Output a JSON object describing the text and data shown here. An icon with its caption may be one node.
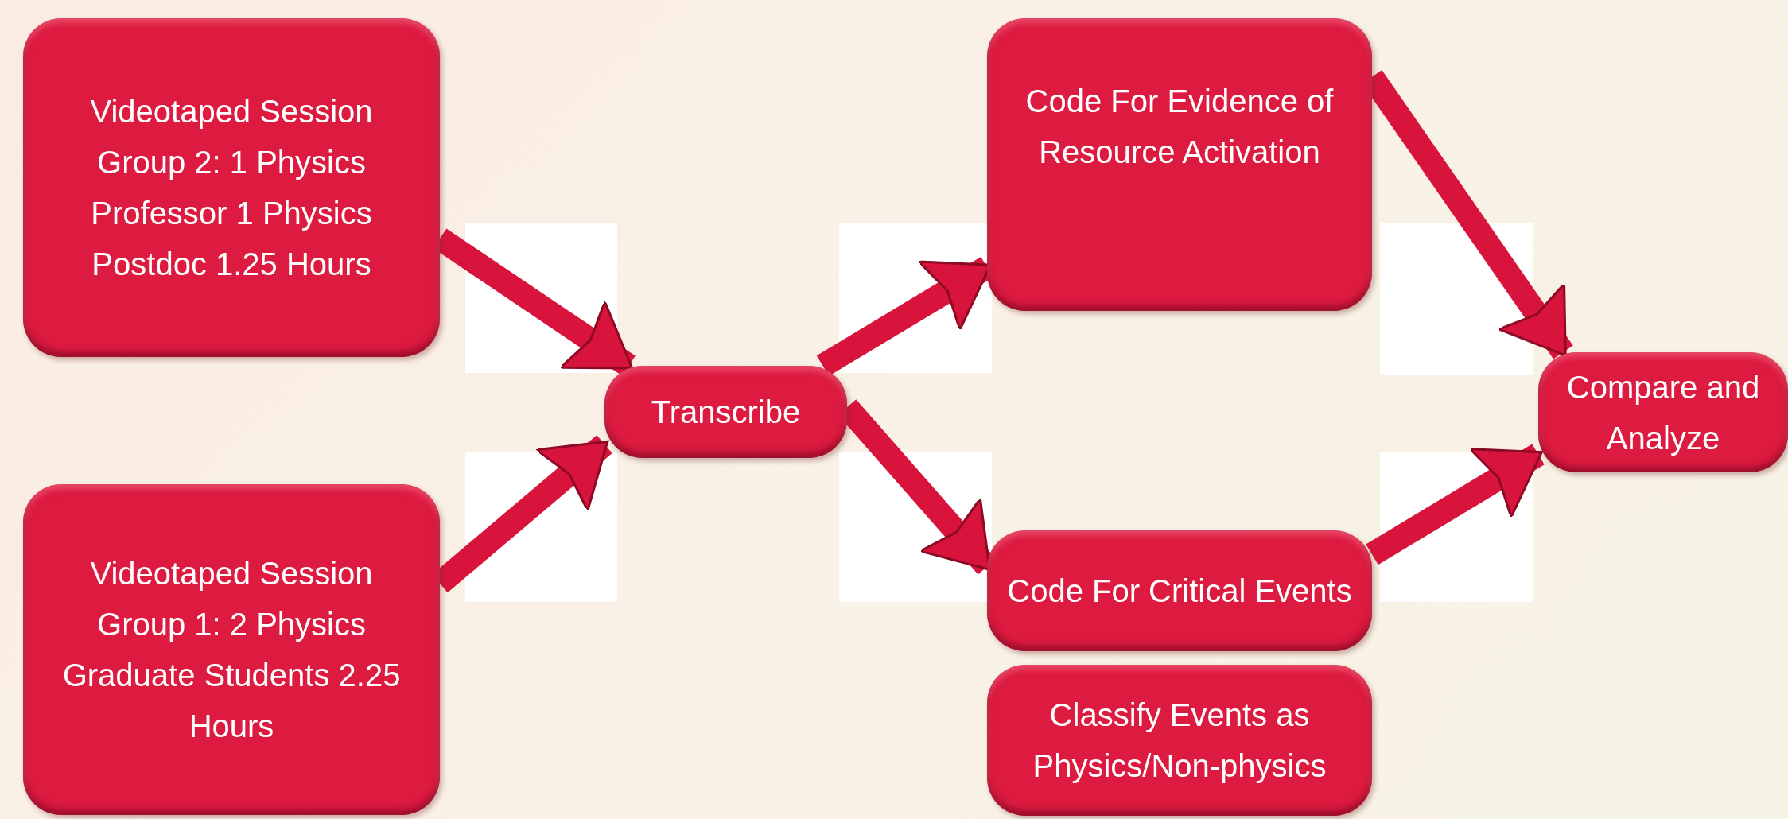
{
  "diagram": {
    "nodes": [
      {
        "text": [
          "Videotaped Session Group 2: 1 Physics Professor 1 Physics Postdoc 1.25 Hours"
        ]
      },
      {
        "text": [
          "Videotaped Session Group 1: 2 Physics Graduate Students 2.25 Hours"
        ]
      },
      {
        "text": [
          "Transcribe"
        ]
      },
      {
        "text": [
          "Code For Evidence of Resource Activation"
        ]
      },
      {
        "text": [
          "Code For Critical Events"
        ]
      },
      {
        "text": [
          "Classify Events as Physics/Non-physics"
        ]
      },
      {
        "text": [
          "Compare and Analyze"
        ]
      }
    ],
    "edges": [
      {
        "from": 0,
        "to": 2,
        "arrow": "to"
      },
      {
        "from": 1,
        "to": 2,
        "arrow": "to"
      },
      {
        "from": 2,
        "to": 3,
        "arrow": "to"
      },
      {
        "from": 2,
        "to": 4,
        "arrow": "to"
      },
      {
        "from": 3,
        "to": 6,
        "arrow": "to"
      },
      {
        "from": 4,
        "to": 6,
        "arrow": "to"
      }
    ]
  }
}
